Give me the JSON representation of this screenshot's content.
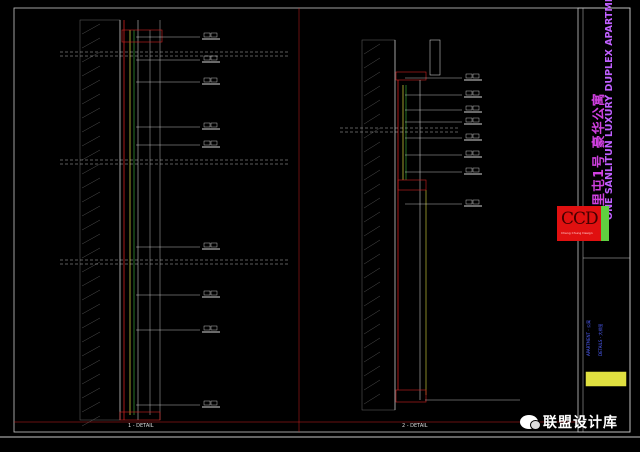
{
  "title_block": {
    "project_cn": "三里屯1号 豪华公寓",
    "project_en": "ONE SANLITUN LUXURY DUPLEX APARTMENT",
    "logo": "CCD",
    "logo_sub": "Cheng Chung Design",
    "sheet_a": "APARTMENT - 公寓",
    "sheet_b": "DETAILS - 大样图"
  },
  "details": [
    {
      "label": "1 - DETAIL"
    },
    {
      "label": "2 - DETAIL"
    }
  ],
  "watermark": "联盟设计库",
  "colors": {
    "background": "#000000",
    "frame": "#c8c8c8",
    "red": "#d02020",
    "yellow": "#e0e040",
    "green": "#40c040",
    "magenta": "#d040e0"
  }
}
